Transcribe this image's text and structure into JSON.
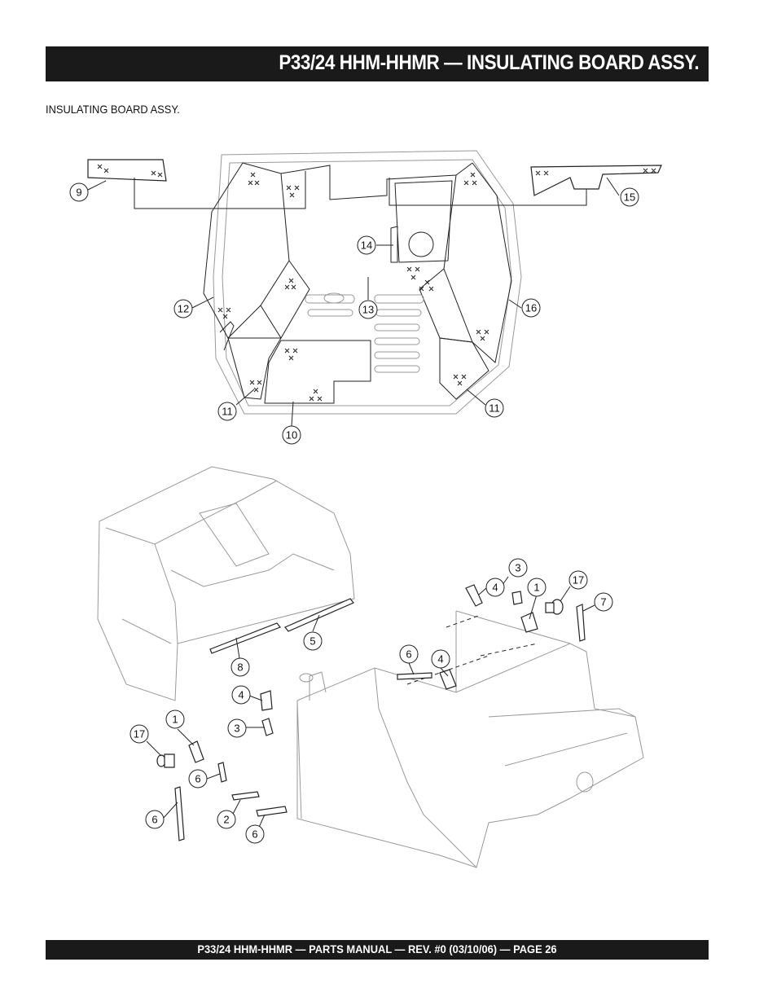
{
  "header": {
    "title": "P33/24 HHM-HHMR — INSULATING BOARD ASSY."
  },
  "section": {
    "label": "INSULATING BOARD ASSY."
  },
  "footer": {
    "text": "P33/24 HHM-HHMR — PARTS MANUAL — REV. #0 (03/10/06) — PAGE 26"
  },
  "diagram_top": {
    "callouts": [
      {
        "id": "9",
        "label": "9"
      },
      {
        "id": "15",
        "label": "15"
      },
      {
        "id": "14",
        "label": "14"
      },
      {
        "id": "12",
        "label": "12"
      },
      {
        "id": "13",
        "label": "13"
      },
      {
        "id": "16",
        "label": "16"
      },
      {
        "id": "11a",
        "label": "11"
      },
      {
        "id": "11b",
        "label": "11"
      },
      {
        "id": "10",
        "label": "10"
      }
    ]
  },
  "diagram_bottom": {
    "callouts": [
      {
        "id": "3a",
        "label": "3"
      },
      {
        "id": "4a",
        "label": "4"
      },
      {
        "id": "1a",
        "label": "1"
      },
      {
        "id": "17a",
        "label": "17"
      },
      {
        "id": "7",
        "label": "7"
      },
      {
        "id": "5",
        "label": "5"
      },
      {
        "id": "8",
        "label": "8"
      },
      {
        "id": "6a",
        "label": "6"
      },
      {
        "id": "4b",
        "label": "4"
      },
      {
        "id": "4c",
        "label": "4"
      },
      {
        "id": "3b",
        "label": "3"
      },
      {
        "id": "1b",
        "label": "1"
      },
      {
        "id": "17b",
        "label": "17"
      },
      {
        "id": "6b",
        "label": "6"
      },
      {
        "id": "6c",
        "label": "6"
      },
      {
        "id": "2",
        "label": "2"
      },
      {
        "id": "6d",
        "label": "6"
      }
    ]
  }
}
